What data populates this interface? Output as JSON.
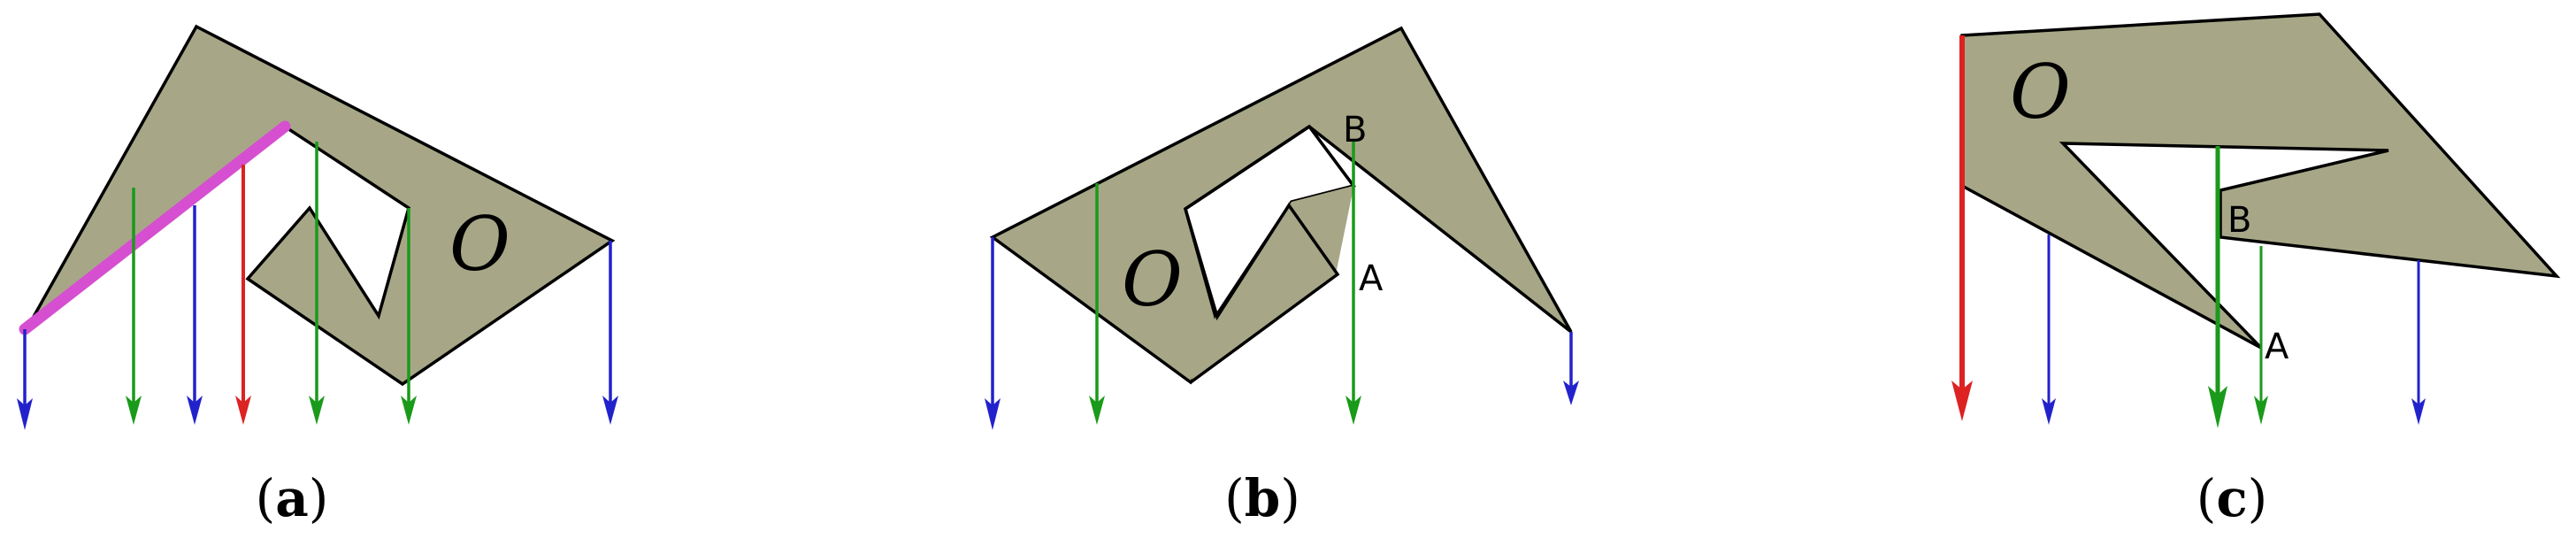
{
  "colors": {
    "polygon_fill": "#a7a788",
    "outline": "#000000",
    "blue": "#2222cc",
    "green": "#1a9a1a",
    "red": "#dd2222",
    "magenta": "#d64fd0"
  },
  "panels": [
    {
      "caption_open": "(",
      "caption_letter": "a",
      "caption_close": ")",
      "object_label": "O",
      "point_labels": []
    },
    {
      "caption_open": "(",
      "caption_letter": "b",
      "caption_close": ")",
      "object_label": "O",
      "point_labels": [
        "B",
        "A"
      ]
    },
    {
      "caption_open": "(",
      "caption_letter": "c",
      "caption_close": ")",
      "object_label": "O",
      "point_labels": [
        "B",
        "A"
      ]
    }
  ]
}
